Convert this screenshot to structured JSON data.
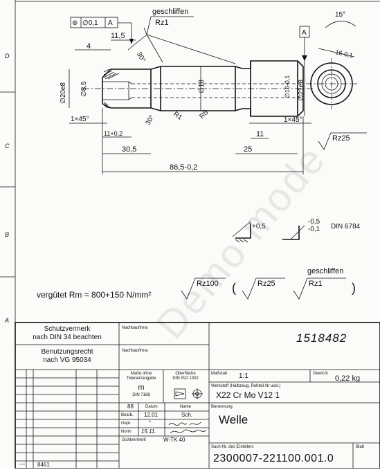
{
  "zones": [
    "D",
    "C",
    "B",
    "A"
  ],
  "feature_frame": {
    "symbol": "⊚",
    "tolerance": "∅0,1",
    "datum": "A"
  },
  "datum_right": "A",
  "notes": {
    "ground_top": "geschliffen",
    "rz1_top": "Rz1",
    "angle_15": "15°",
    "rz25_side": "Rz25"
  },
  "dims": {
    "d11_5": "11,5",
    "d4": "4",
    "d30deg_top": "30°",
    "d20e8": "∅20e8",
    "d8_5": "∅8,5",
    "d18": "∅18",
    "d16": "∅16-0,1",
    "d21e8": "∅21e8",
    "d16_side": "16-0,1",
    "chamfer_left": "1×45°",
    "chamfer_right": "1×45°",
    "d11_02": "11+0,2",
    "r1": "R1",
    "r5": "R5",
    "d30deg_bot": "30°",
    "d11": "11",
    "d30_5": "30,5",
    "d25": "25",
    "d86_5": "86,5-0,2"
  },
  "edge_notes": {
    "plus05": "+0,5",
    "minus05": "-0,5",
    "minus01": "-0,1",
    "din6784": "DIN 6784"
  },
  "treatment": {
    "text": "vergütet Rm = 800+150 N/mm²",
    "s1": "Rz100",
    "s2": "Rz25",
    "s3": "Rz1",
    "s3_note": "geschliffen"
  },
  "title_block": {
    "schutz1": "Schutzvermerk",
    "schutz2": "nach DIN 34 beachten",
    "benutz1": "Benutzungsrecht",
    "benutz2": "nach VG 95034",
    "nachbau1": "Nachbaufirma",
    "nachbau2": "Nachbaufirma",
    "masse1": "Maße ohne",
    "masse2": "Toleranzangabe",
    "masse_m": "m",
    "masse_din": "DIN 7168",
    "oberf1": "Oberfläche",
    "oberf2": "DIN ISO 1302",
    "massstab_label": "Maßstab",
    "massstab_val": "1:1",
    "gewicht_label": "Gewicht",
    "gewicht_val": "0,22 kg",
    "werkstoff_label": "Werkstoff (Halbzeug, Rohteil-Nr usw.)",
    "werkstoff_val": "X22 Cr Mo V12 1",
    "benennung_label": "Benennung",
    "benennung_val": "Welle",
    "sach_label": "Sach-Nr. des Erstellers",
    "sach_val": "2300007-221100.001.0",
    "blatt_label": "Blatt",
    "drawing_number": "1518482",
    "num88": "88",
    "datum_label": "Datum",
    "name_label": "Name",
    "bearb_label": "Bearb.",
    "bearb_date": "12.01",
    "bearb_name": "Sch.",
    "gepr_label": "Gepr.",
    "gepr_date": "″",
    "norm_label": "Norm",
    "norm_date": "15.11.",
    "sicht_label": "Sichtvermerk",
    "sicht_val": "W-TK 40",
    "rev": "8461",
    "dash": "—"
  },
  "watermark": "Demo mode"
}
